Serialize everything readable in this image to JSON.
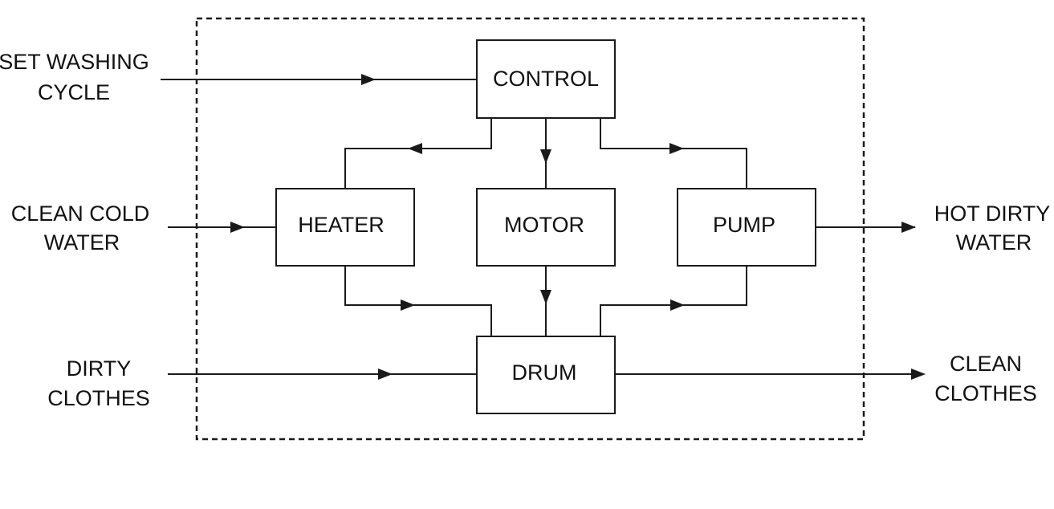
{
  "diagram": {
    "blocks": {
      "control": "CONTROL",
      "heater": "HEATER",
      "motor": "MOTOR",
      "pump": "PUMP",
      "drum": "DRUM"
    },
    "inputs": {
      "washing_cycle": [
        "SET WASHING",
        "CYCLE"
      ],
      "cold_water": [
        "CLEAN COLD",
        "WATER"
      ],
      "dirty_clothes": [
        "DIRTY",
        "CLOTHES"
      ]
    },
    "outputs": {
      "hot_water": [
        "HOT DIRTY",
        "WATER"
      ],
      "clean_clothes": [
        "CLEAN",
        "CLOTHES"
      ]
    }
  }
}
